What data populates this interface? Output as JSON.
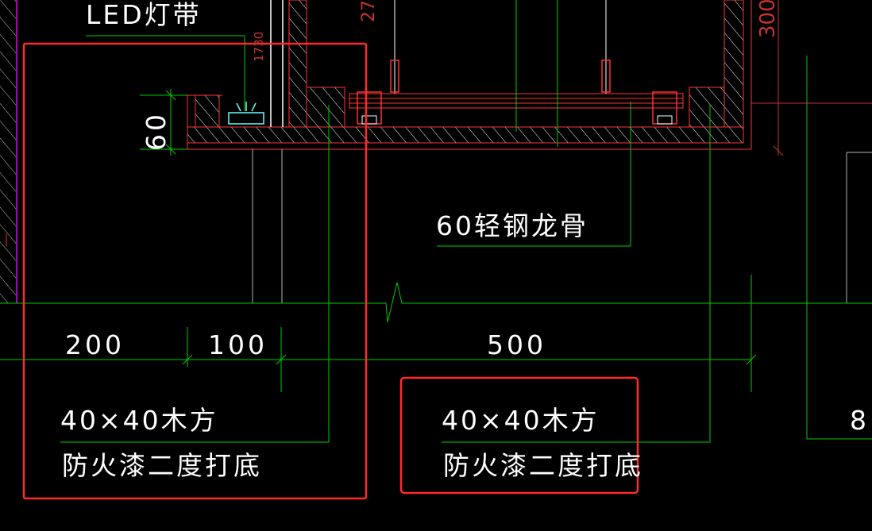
{
  "drawing": {
    "title_led": "LED灯带",
    "dim_60_vertical": "60",
    "dim_1730": "1730",
    "dim_27": "27",
    "dim_300": "300",
    "label_keel": "60轻钢龙骨",
    "dims_bottom": [
      "200",
      "100",
      "500"
    ],
    "label_wood_1": "40×40木方",
    "label_fire_1": "防火漆二度打底",
    "label_wood_2": "40×40木方",
    "label_fire_2": "防火漆二度打底",
    "edge_text": "8",
    "colors": {
      "background": "#000000",
      "green_leader": "#00cc00",
      "red_line": "#ff3333",
      "dark_red": "#c83232",
      "highlight_box": "#ff2a2a",
      "cyan_led": "#66ffff",
      "white_text": "#ffffff",
      "magenta_wall": "#b000b0"
    }
  }
}
